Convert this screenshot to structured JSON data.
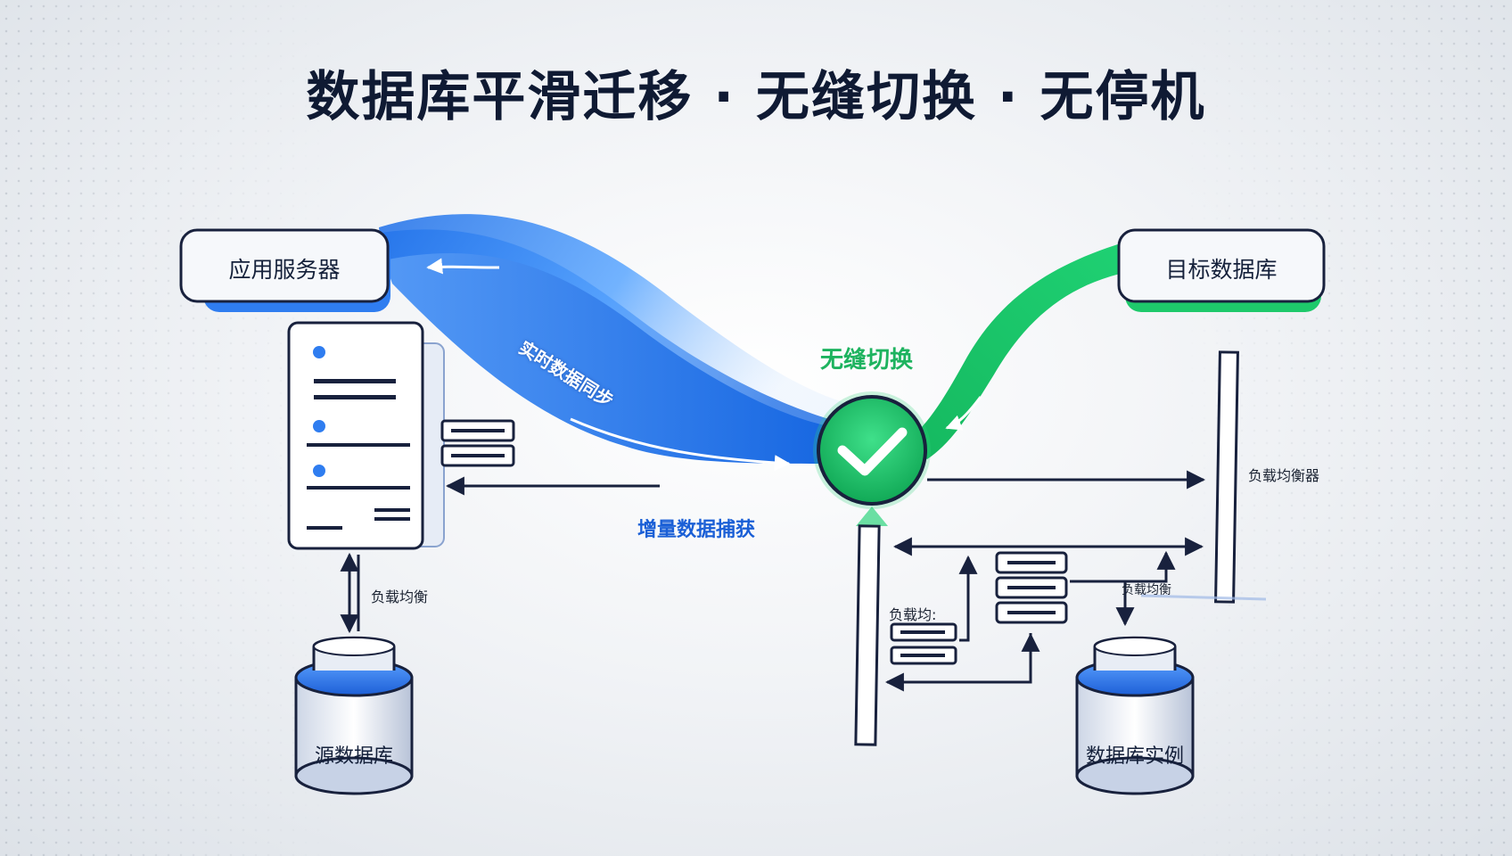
{
  "title": "数据库平滑迁移 · 无缝切换 · 无停机",
  "nodes": {
    "app_server": "应用服务器",
    "target_db": "目标数据库",
    "source_db": "源数据库",
    "db_instance": "数据库实例"
  },
  "labels": {
    "realtime_sync": "实时数据同步",
    "seamless_switch": "无缝切换",
    "incremental_capture": "增量数据捕获",
    "load_balancer": "负载均衡器",
    "load_balance_left": "负载均衡",
    "load_balance_mid": "负载均:",
    "load_balance_right": "负载均衡"
  },
  "colors": {
    "blue_flow": "#1f6fe8",
    "green_flow": "#1ec96b",
    "outline": "#18213d"
  }
}
